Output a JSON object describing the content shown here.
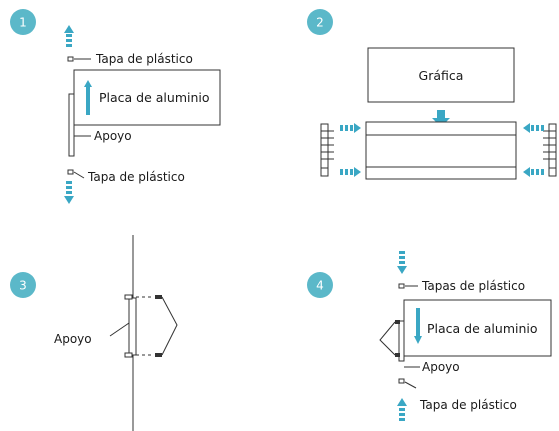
{
  "steps": [
    {
      "number": "1"
    },
    {
      "number": "2"
    },
    {
      "number": "3"
    },
    {
      "number": "4"
    }
  ],
  "labels": {
    "plastic_cap": "Tapa de plástico",
    "plastic_caps": "Tapas de plástico",
    "aluminium_plate": "Placa de aluminio",
    "support": "Apoyo",
    "graphic": "Gráfica"
  },
  "colors": {
    "accent": "#5bb8c9",
    "arrow": "#3aa7c4",
    "line": "#333333"
  }
}
